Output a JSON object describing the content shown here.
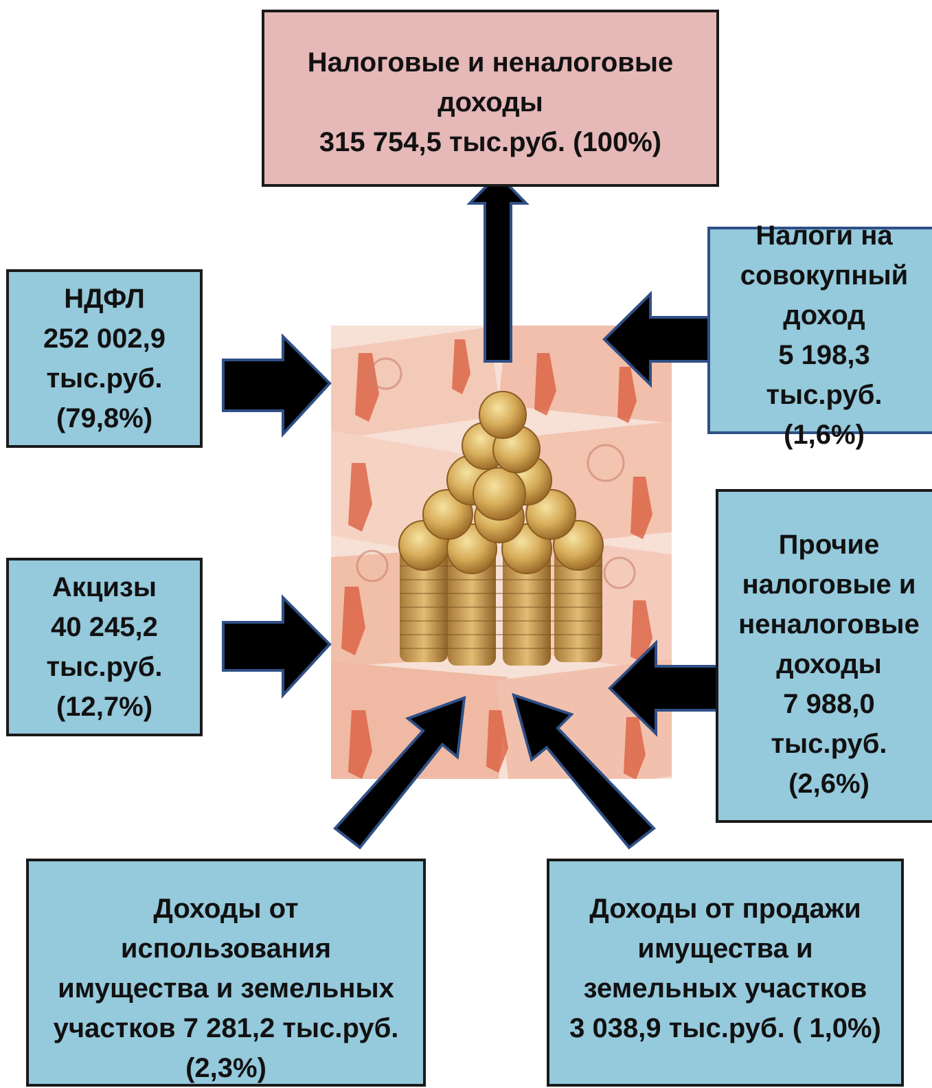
{
  "total": {
    "line1": "Налоговые и неналоговые",
    "line2": "доходы",
    "line3": "315 754,5 тыс.руб. (100%)"
  },
  "ndfl": {
    "line1": "НДФЛ",
    "line2": "252 002,9",
    "line3": "тыс.руб.",
    "line4": "(79,8%)"
  },
  "aktsizy": {
    "line1": "Акцизы",
    "line2": "40 245,2",
    "line3": "тыс.руб.",
    "line4": "(12,7%)"
  },
  "nalogi": {
    "line1": "Налоги на",
    "line2": "совокупный",
    "line3": "доход",
    "line4": "5 198,3",
    "line5": "тыс.руб.",
    "line6": "(1,6%)"
  },
  "prochie": {
    "line1": "Прочие",
    "line2": "налоговые и",
    "line3": "неналоговые",
    "line4": "доходы",
    "line5": "7 988,0",
    "line6": "тыс.руб.",
    "line7": "(2,6%)"
  },
  "ispolz": {
    "line1": "Доходы от",
    "line2": "использования",
    "line3": "имущества и земельных",
    "line4": "участков 7 281,2 тыс.руб.",
    "line5": "(2,3%)"
  },
  "prodazha": {
    "line1": "Доходы от продажи",
    "line2": "имущества и",
    "line3": "земельных участков",
    "line4": "3 038,9 тыс.руб. ( 1,0%)"
  },
  "colors": {
    "box_blue": "#95c9dc",
    "box_pink": "#e6b8b8",
    "arrow_fill": "#000000",
    "arrow_outline": "#2f4f86"
  },
  "image": {
    "icon": "money-coins-image"
  }
}
